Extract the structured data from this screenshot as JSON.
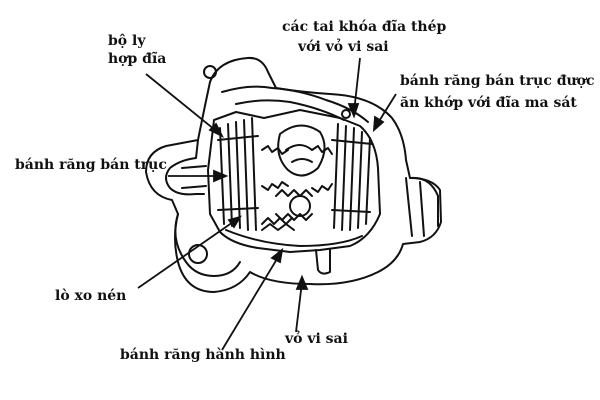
{
  "labels": {
    "disc_clutch_line1": "bộ ly",
    "disc_clutch_line2": "hợp đĩa",
    "lock_tabs_line1": "các tai khóa đĩa thép",
    "lock_tabs_line2": "với vỏ vi sai",
    "side_gear_engaged_line1": "bánh răng bán trục được",
    "side_gear_engaged_line2": "ăn khớp với đĩa ma sát",
    "side_gear": "bánh răng bán trục",
    "compression_spring": "lò xo nén",
    "differential_case": "vỏ vi sai",
    "planet_gear": "bánh răng hành hình"
  }
}
